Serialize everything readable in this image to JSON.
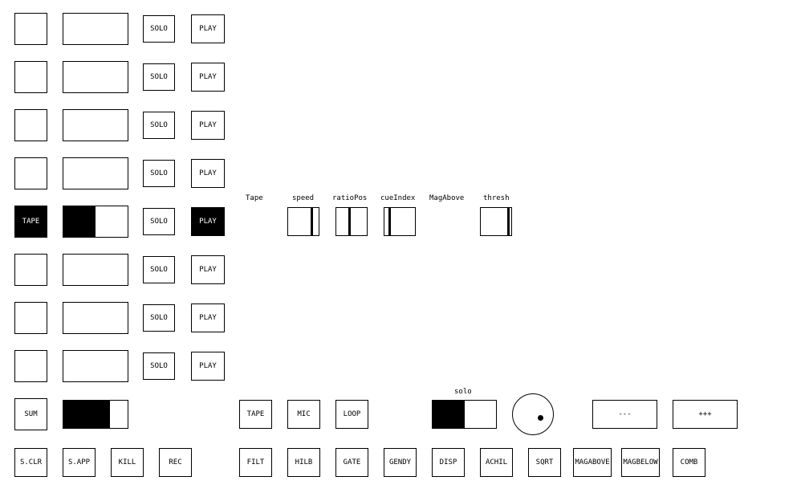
{
  "colors": {
    "background": "#ffffff",
    "border": "#000000",
    "active_fill": "#000000",
    "active_text": "#ffffff"
  },
  "channel_strips": {
    "rows": [
      {
        "name": "",
        "solo": "SOLO",
        "play": "PLAY",
        "selected": false,
        "level": 0,
        "play_active": false
      },
      {
        "name": "",
        "solo": "SOLO",
        "play": "PLAY",
        "selected": false,
        "level": 0,
        "play_active": false
      },
      {
        "name": "",
        "solo": "SOLO",
        "play": "PLAY",
        "selected": false,
        "level": 0,
        "play_active": false
      },
      {
        "name": "",
        "solo": "SOLO",
        "play": "PLAY",
        "selected": false,
        "level": 0,
        "play_active": false
      },
      {
        "name": "TAPE",
        "solo": "SOLO",
        "play": "PLAY",
        "selected": true,
        "level": 0.5,
        "play_active": true
      },
      {
        "name": "",
        "solo": "SOLO",
        "play": "PLAY",
        "selected": false,
        "level": 0,
        "play_active": false
      },
      {
        "name": "",
        "solo": "SOLO",
        "play": "PLAY",
        "selected": false,
        "level": 0,
        "play_active": false
      },
      {
        "name": "",
        "solo": "SOLO",
        "play": "PLAY",
        "selected": false,
        "level": 0,
        "play_active": false
      }
    ]
  },
  "params": {
    "section_label": "Tape",
    "speed": {
      "label": "speed",
      "value": 0.8
    },
    "ratioPos": {
      "label": "ratioPos",
      "value": 0.45
    },
    "cueIndex": {
      "label": "cueIndex",
      "value": 0.18
    },
    "magAbove": {
      "label": "MagAbove"
    },
    "thresh": {
      "label": "thresh",
      "value": 0.92
    }
  },
  "master": {
    "sum_label": "SUM",
    "sum_level": 0.73,
    "sources": [
      {
        "label": "TAPE"
      },
      {
        "label": "MIC"
      },
      {
        "label": "LOOP"
      }
    ],
    "solo": {
      "label": "solo",
      "value": 0.5
    },
    "decrement_label": "---",
    "increment_label": "+++"
  },
  "effects": {
    "buttons": [
      {
        "label": "S.CLR"
      },
      {
        "label": "S.APP"
      },
      {
        "label": "KILL"
      },
      {
        "label": "REC"
      },
      {
        "label": "FILT"
      },
      {
        "label": "HILB"
      },
      {
        "label": "GATE"
      },
      {
        "label": "GENDY"
      },
      {
        "label": "DISP"
      },
      {
        "label": "ACHIL"
      },
      {
        "label": "SQRT"
      },
      {
        "label": "MAGABOVE"
      },
      {
        "label": "MAGBELOW"
      },
      {
        "label": "COMB"
      }
    ]
  }
}
